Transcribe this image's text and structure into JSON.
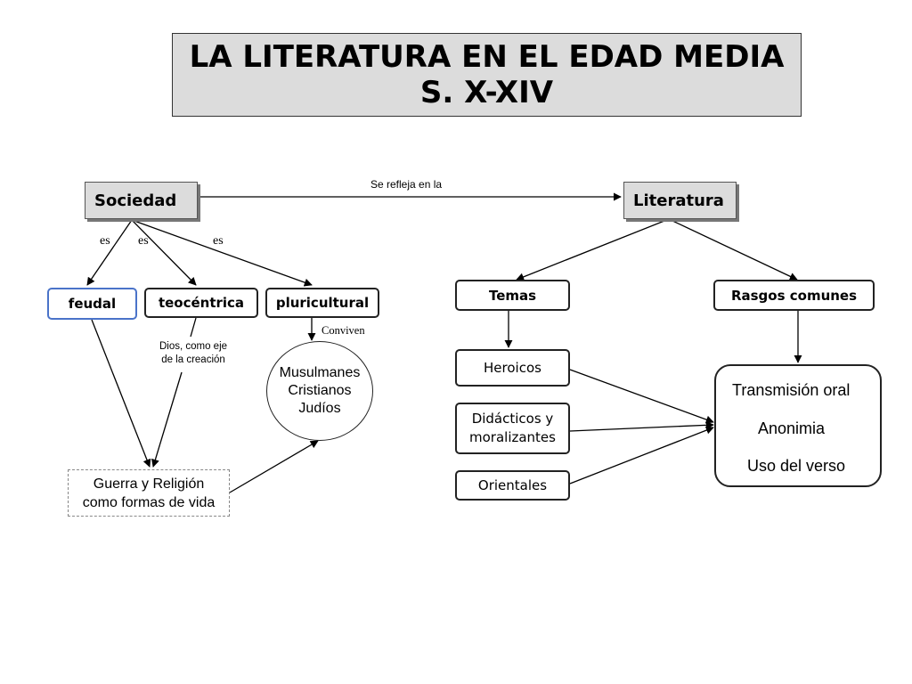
{
  "title": {
    "line1": "LA LITERATURA EN EL EDAD MEDIA",
    "line2": "S. X-XIV"
  },
  "nodes": {
    "sociedad": "Sociedad",
    "literatura": "Literatura",
    "feudal": "feudal",
    "teocentrica": "teocéntrica",
    "pluricultural": "pluricultural",
    "temas": "Temas",
    "rasgos_comunes": "Rasgos comunes",
    "heroicos": "Heroicos",
    "didacticos_line1": "Didácticos y",
    "didacticos_line2": "moralizantes",
    "orientales": "Orientales",
    "guerra_line1": "Guerra y Religión",
    "guerra_line2": "como formas de vida",
    "culturas": [
      "Musulmanes",
      "Cristianos",
      "Judíos"
    ],
    "rasgos_items": [
      "Transmisión oral",
      "Anonimia",
      "Uso del verso"
    ]
  },
  "edge_labels": {
    "se_refleja": "Se refleja en la",
    "es": "es",
    "conviven": "Conviven",
    "dios_line1": "Dios, como eje",
    "dios_line2": "de la creación"
  }
}
